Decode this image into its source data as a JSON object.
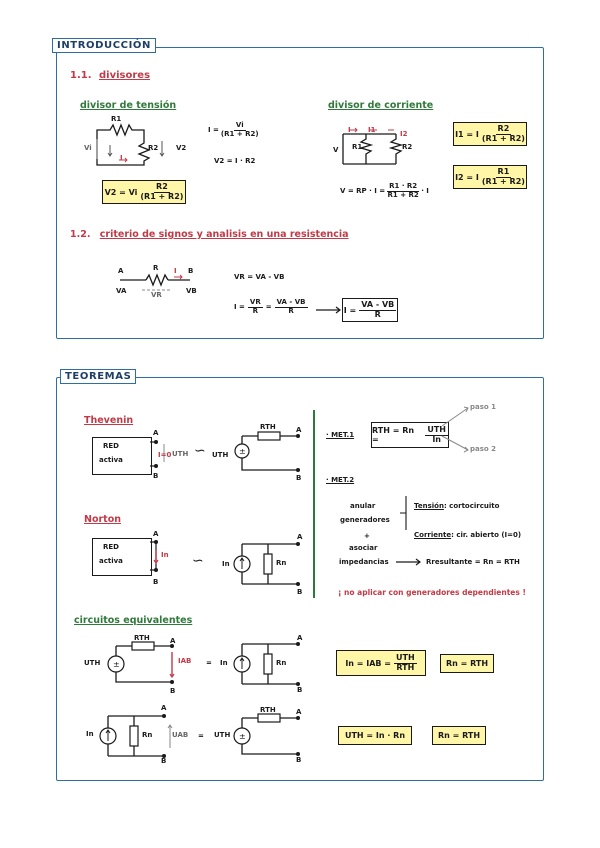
{
  "intro": {
    "tag": "INTRODUCCIÓN",
    "s11_num": "1.1.",
    "s11_title": "divisores",
    "tension_title": "divisor de tensión",
    "corriente_title": "divisor de corriente",
    "r1": "R1",
    "r2": "R2",
    "vi": "Vi",
    "v2": "V2",
    "i": "I",
    "i_eq_lhs": "I =",
    "i_eq_num": "Vi",
    "i_eq_den": "(R1 + R2)",
    "v2_eq": "V2 = I · R2",
    "v2_box_lhs": "V2 = Vi",
    "v2_box_num": "R2",
    "v2_box_den": "(R1 + R2)",
    "dc_i": "I",
    "dc_i1": "I1",
    "dc_i2": "I2",
    "dc_v": "V",
    "dc_r1": "R1",
    "dc_r2": "R2",
    "v_eq_lhs": "V = RP · I =",
    "v_eq_num": "R1 · R2",
    "v_eq_den": "R1 + R2",
    "v_eq_tail": "· I",
    "i1_lhs": "I1 = I",
    "i1_num": "R2",
    "i1_den": "(R1 + R2)",
    "i2_lhs": "I2 = I",
    "i2_num": "R1",
    "i2_den": "(R1 + R2)",
    "s12_num": "1.2.",
    "s12_title": "criterio de signos y analisis  en una resistencia",
    "a": "A",
    "b": "B",
    "r": "R",
    "va": "VA",
    "vb": "VB",
    "vr": "VR",
    "vr_eq": "VR = VA - VB",
    "ir_lhs": "I =",
    "ir_num1": "VR",
    "ir_den1": "R",
    "ir_mid": "=",
    "ir_num2": "VA - VB",
    "ir_den2": "R",
    "ir_box_lhs": "I =",
    "ir_box_num": "VA - VB",
    "ir_box_den": "R"
  },
  "teoremas": {
    "tag": "TEOREMAS",
    "thevenin": "Thevenin",
    "norton": "Norton",
    "red": "RED",
    "activa": "activa",
    "a": "A",
    "b": "B",
    "i0": "I=0",
    "uth": "UTH",
    "tilde": "∽",
    "rth": "RTH",
    "in": "In",
    "rn": "Rn",
    "met1": "· MET.1",
    "met1_lhs": "RTH = Rn =",
    "met1_num": "UTH",
    "met1_den": "In",
    "paso1": "paso 1",
    "paso2": "paso 2",
    "met2": "· MET.2",
    "anular1": "anular",
    "anular2": "generadores",
    "tension_label": "Tensión",
    "tension_val": ": cortocircuito",
    "corriente_label": "Corriente",
    "corriente_val": ":  cir. abierto  (I=0)",
    "plus": "+",
    "asociar1": "asociar",
    "asociar2": "impedancias",
    "resultante": "Rresultante = Rn = RTH",
    "warning": "¡ no aplicar con generadores dependientes !",
    "eq_title": "circuitos equivalentes",
    "iab": "IAB",
    "uab": "UAB",
    "eq": "=",
    "eq1_lhs": "In = IAB =",
    "eq1_num": "UTH",
    "eq1_den": "RTH",
    "eq1_r": "Rn = RTH",
    "eq2": "UTH = In · Rn",
    "eq2_r": "Rn = RTH"
  }
}
